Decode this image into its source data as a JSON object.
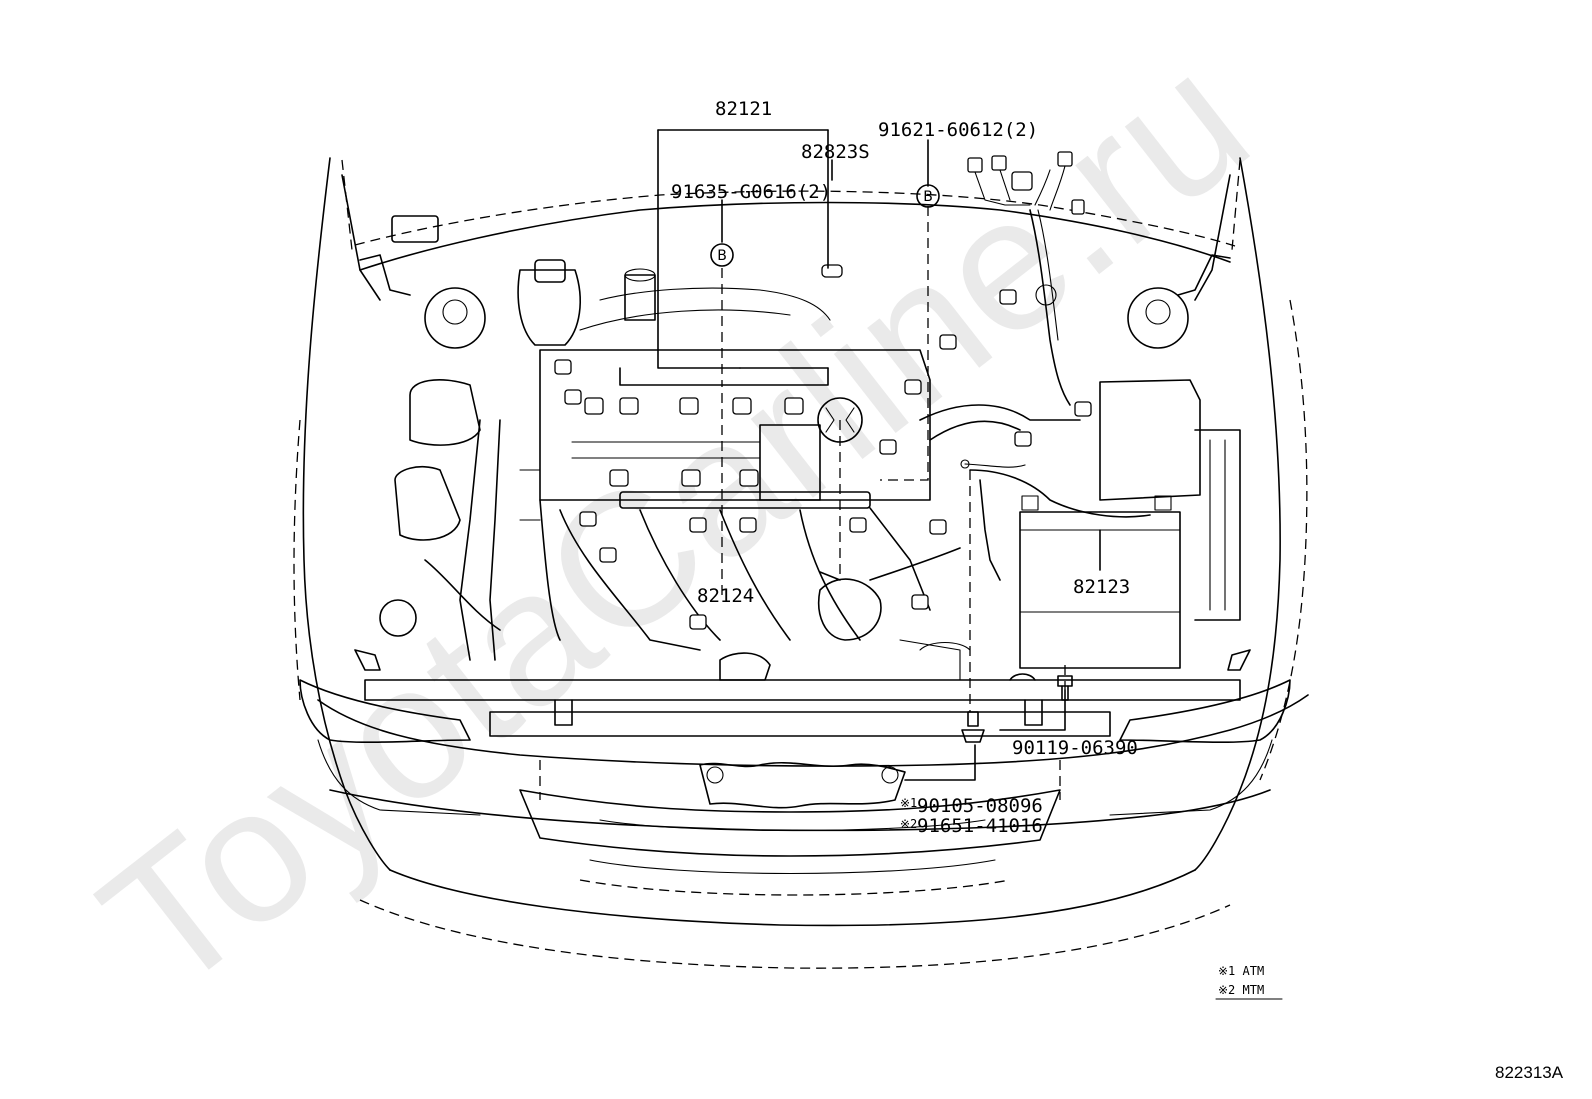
{
  "watermark": "ToyotaCarline.ru",
  "callouts": {
    "harness_main": "82121",
    "wire_82823s": "82823S",
    "clamp_91621": "91621-60612(2)",
    "clamp_91635": "91635-G0616(2)",
    "harness_82124": "82124",
    "harness_82123": "82123",
    "bolt_90119": "90119-06390",
    "bolt_90105": "90105-08096",
    "bolt_91651": "91651-41016",
    "note_mark_1": "※1",
    "note_mark_2": "※2"
  },
  "markers": {
    "b_left": "B",
    "b_right": "B"
  },
  "legend": {
    "line_1": "※1 ATM",
    "line_2": "※2 MTM"
  },
  "reference_code": "822313A"
}
